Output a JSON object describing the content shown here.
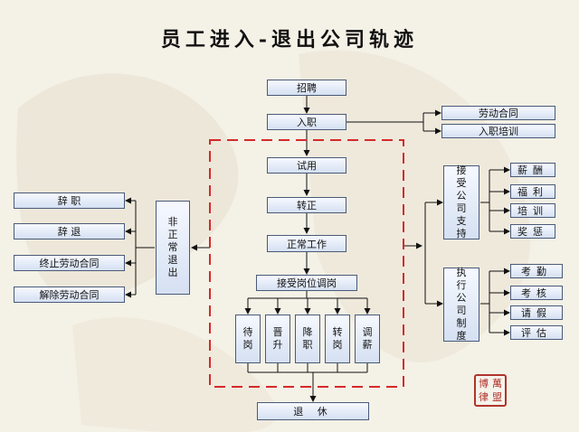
{
  "title": "员工进入-退出公司轨迹",
  "main_flow": {
    "recruit": "招聘",
    "onboard": "入职",
    "probation": "试用",
    "regularize": "转正",
    "normal_work": "正常工作",
    "job_adjust": "接受岗位调岗",
    "retire": "退  休"
  },
  "adjust_options": [
    "待岗",
    "晋升",
    "降职",
    "转岗",
    "调薪"
  ],
  "onboard_outputs": [
    "劳动合同",
    "入职培训"
  ],
  "abnormal_exit": {
    "label": "非正常退出",
    "items": [
      "辞  职",
      "辞  退",
      "终止劳动合同",
      "解除劳动合同"
    ]
  },
  "support": {
    "label": "接受公司支持",
    "items": [
      "薪酬",
      "福利",
      "培训",
      "奖惩"
    ]
  },
  "policy": {
    "label": "执行公司制度",
    "items": [
      "考勤",
      "考核",
      "请假",
      "评估"
    ]
  },
  "seal": [
    "博",
    "萬",
    "律",
    "盟"
  ],
  "colors": {
    "dashed_frame": "#d42a2a",
    "box_fill_top": "#f6f9ff",
    "box_fill_bottom": "#d5e0f2",
    "box_border": "#4a5a78",
    "background": "#f4f1e6"
  }
}
